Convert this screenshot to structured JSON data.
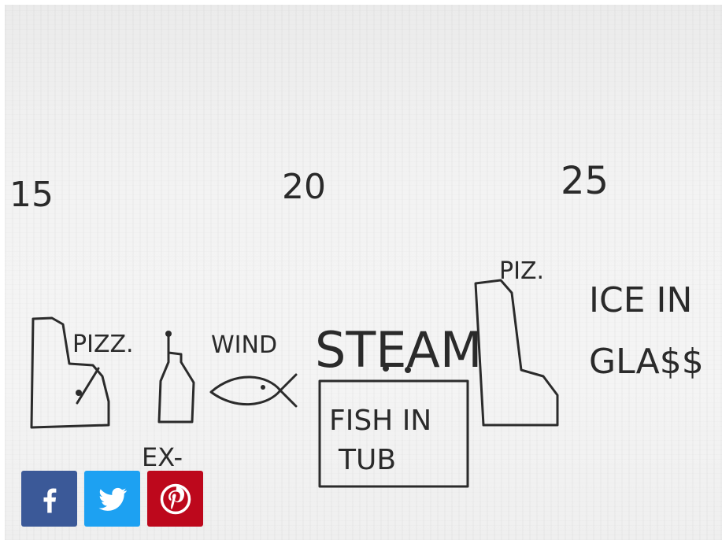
{
  "sketch": {
    "numbers": [
      "15",
      "20",
      "25"
    ],
    "labels": {
      "pizz": "PIZZ.",
      "ex": "EX-",
      "wind": "WIND",
      "steam": "STEAM",
      "fish_line1": "FISH IN",
      "fish_line2": "TUB",
      "p_iz": "PIZ.",
      "ice_line1": "ICE IN",
      "ice_line2": "GLA$$"
    },
    "icons": [
      "piano-icon",
      "bottle-icon",
      "fish-icon",
      "piano-icon"
    ]
  },
  "share_bar": {
    "buttons": [
      {
        "name": "facebook",
        "icon": "facebook-icon",
        "color": "#3b5998"
      },
      {
        "name": "twitter",
        "icon": "twitter-icon",
        "color": "#1da1f2"
      },
      {
        "name": "pinterest",
        "icon": "pinterest-icon",
        "color": "#bd081c"
      }
    ]
  }
}
